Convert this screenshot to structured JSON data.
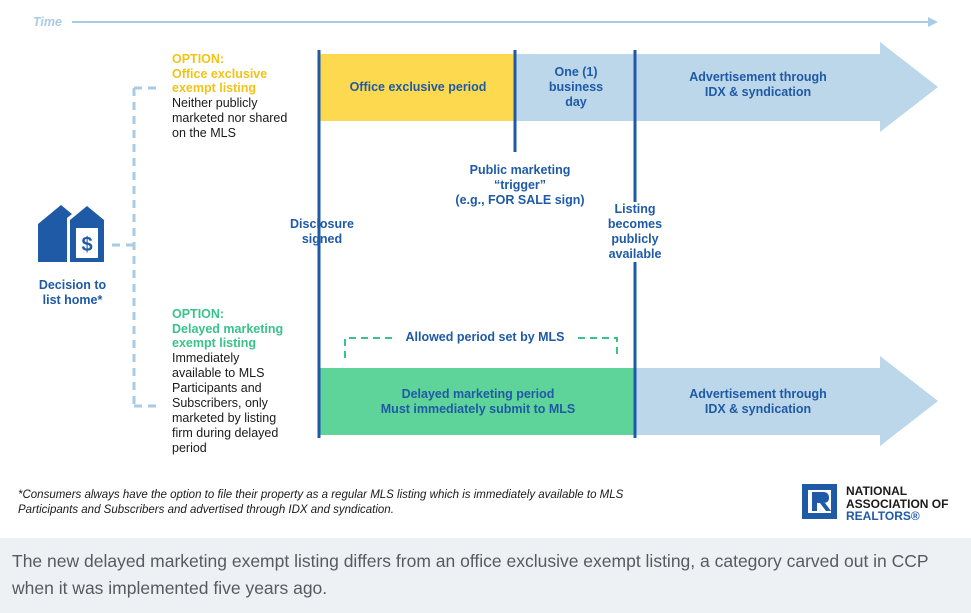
{
  "time_label": "Time",
  "top_option": {
    "option_heading": "OPTION:",
    "title_line1": "Office exclusive",
    "title_line2": "exempt listing",
    "description": [
      "Neither publicly",
      "marketed nor shared",
      "on the MLS"
    ]
  },
  "bottom_option": {
    "option_heading": "OPTION:",
    "title_line1": "Delayed marketing",
    "title_line2": "exempt listing",
    "description": [
      "Immediately",
      "available to MLS",
      "Participants and",
      "Subscribers, only",
      "marketed by listing",
      "firm during delayed",
      "period"
    ]
  },
  "decision": {
    "icon": "house-dollar-icon",
    "label_line1": "Decision to",
    "label_line2": "list home*"
  },
  "disclosure": {
    "line1": "Disclosure",
    "line2": "signed"
  },
  "top_track": {
    "office_period": "Office exclusive period",
    "one_day": [
      "One (1)",
      "business",
      "day"
    ],
    "advertisement": [
      "Advertisement through",
      "IDX & syndication"
    ]
  },
  "trigger": {
    "line1": "Public marketing",
    "line2": "“trigger”",
    "line3": "(e.g., FOR SALE sign)"
  },
  "listing_public": [
    "Listing",
    "becomes",
    "publicly",
    "available"
  ],
  "allowed_period": "Allowed period set by MLS",
  "bottom_track": {
    "delayed_period": [
      "Delayed marketing period",
      "Must immediately submit to MLS"
    ],
    "advertisement": [
      "Advertisement through",
      "IDX & syndication"
    ]
  },
  "footnote": [
    "*Consumers always have the option to file their property as a regular MLS listing which is immediately available to MLS",
    "Participants and Subscribers and advertised through IDX and syndication."
  ],
  "logo": {
    "line1": "NATIONAL",
    "line2": "ASSOCIATION OF",
    "line3": "REALTORS®"
  },
  "caption": "The new delayed marketing exempt listing differs from an office exclusive exempt listing, a category carved out in CCP when it was implemented five years ago.",
  "colors": {
    "navy": "#1f5aa6",
    "yellow": "#fdd94f",
    "light_blue": "#bcd6ea",
    "green": "#5ed39a",
    "option_yellow": "#f2c316",
    "option_green": "#39c38a",
    "time_line": "#a9cbe6"
  }
}
